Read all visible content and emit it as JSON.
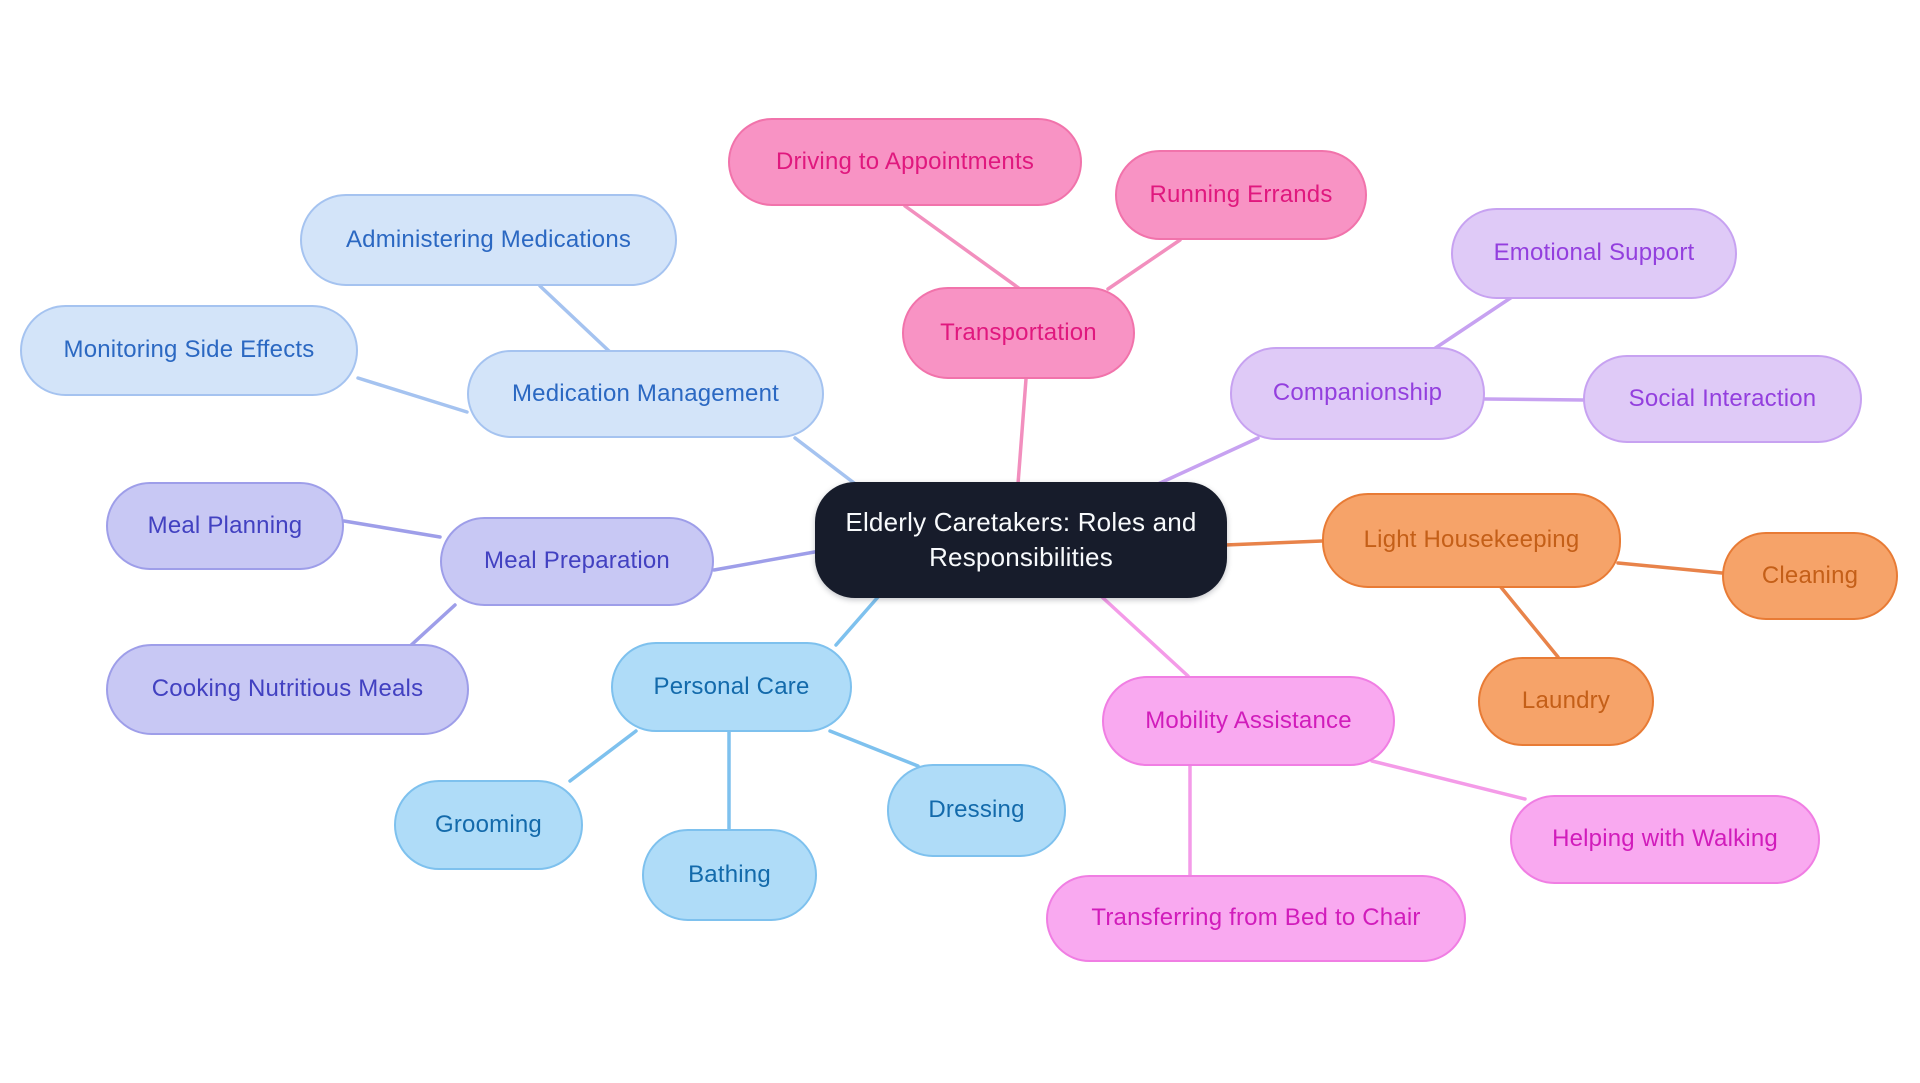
{
  "canvas": {
    "background": "#ffffff"
  },
  "center": {
    "label": "Elderly Caretakers: Roles and Responsibilities",
    "bg": "#171C2B",
    "text_color": "#F8FAFC"
  },
  "branches": [
    {
      "id": "transportation",
      "label": "Transportation",
      "fill": "#F893C4",
      "border": "#F173AB",
      "text_color": "#E0187E",
      "line": "#F28FBE",
      "children": [
        {
          "label": "Driving to Appointments"
        },
        {
          "label": "Running Errands"
        }
      ]
    },
    {
      "id": "companionship",
      "label": "Companionship",
      "fill": "#DFCAF7",
      "border": "#C7A2F1",
      "text_color": "#933FDE",
      "line": "#C7A2F1",
      "children": [
        {
          "label": "Emotional Support"
        },
        {
          "label": "Social Interaction"
        }
      ]
    },
    {
      "id": "light-housekeeping",
      "label": "Light Housekeeping",
      "fill": "#F6A369",
      "border": "#E87B35",
      "text_color": "#C45F18",
      "line": "#E8834A",
      "children": [
        {
          "label": "Cleaning"
        },
        {
          "label": "Laundry"
        }
      ]
    },
    {
      "id": "mobility-assistance",
      "label": "Mobility Assistance",
      "fill": "#F9A9F0",
      "border": "#F07EE3",
      "text_color": "#D11CBB",
      "line": "#F49BE8",
      "children": [
        {
          "label": "Transferring from Bed to Chair"
        },
        {
          "label": "Helping with Walking"
        }
      ]
    },
    {
      "id": "personal-care",
      "label": "Personal Care",
      "fill": "#AFDCF8",
      "border": "#7EC1EE",
      "text_color": "#136AAB",
      "line": "#7EC1EE",
      "children": [
        {
          "label": "Grooming"
        },
        {
          "label": "Bathing"
        },
        {
          "label": "Dressing"
        }
      ]
    },
    {
      "id": "meal-preparation",
      "label": "Meal Preparation",
      "fill": "#C8C8F4",
      "border": "#9E9EE9",
      "text_color": "#4241C1",
      "line": "#9E9EE9",
      "children": [
        {
          "label": "Meal Planning"
        },
        {
          "label": "Cooking Nutritious Meals"
        }
      ]
    },
    {
      "id": "medication-management",
      "label": "Medication Management",
      "fill": "#D3E4F9",
      "border": "#A5C3F0",
      "text_color": "#2B68C2",
      "line": "#A5C3F0",
      "children": [
        {
          "label": "Administering Medications"
        },
        {
          "label": "Monitoring Side Effects"
        }
      ]
    }
  ]
}
